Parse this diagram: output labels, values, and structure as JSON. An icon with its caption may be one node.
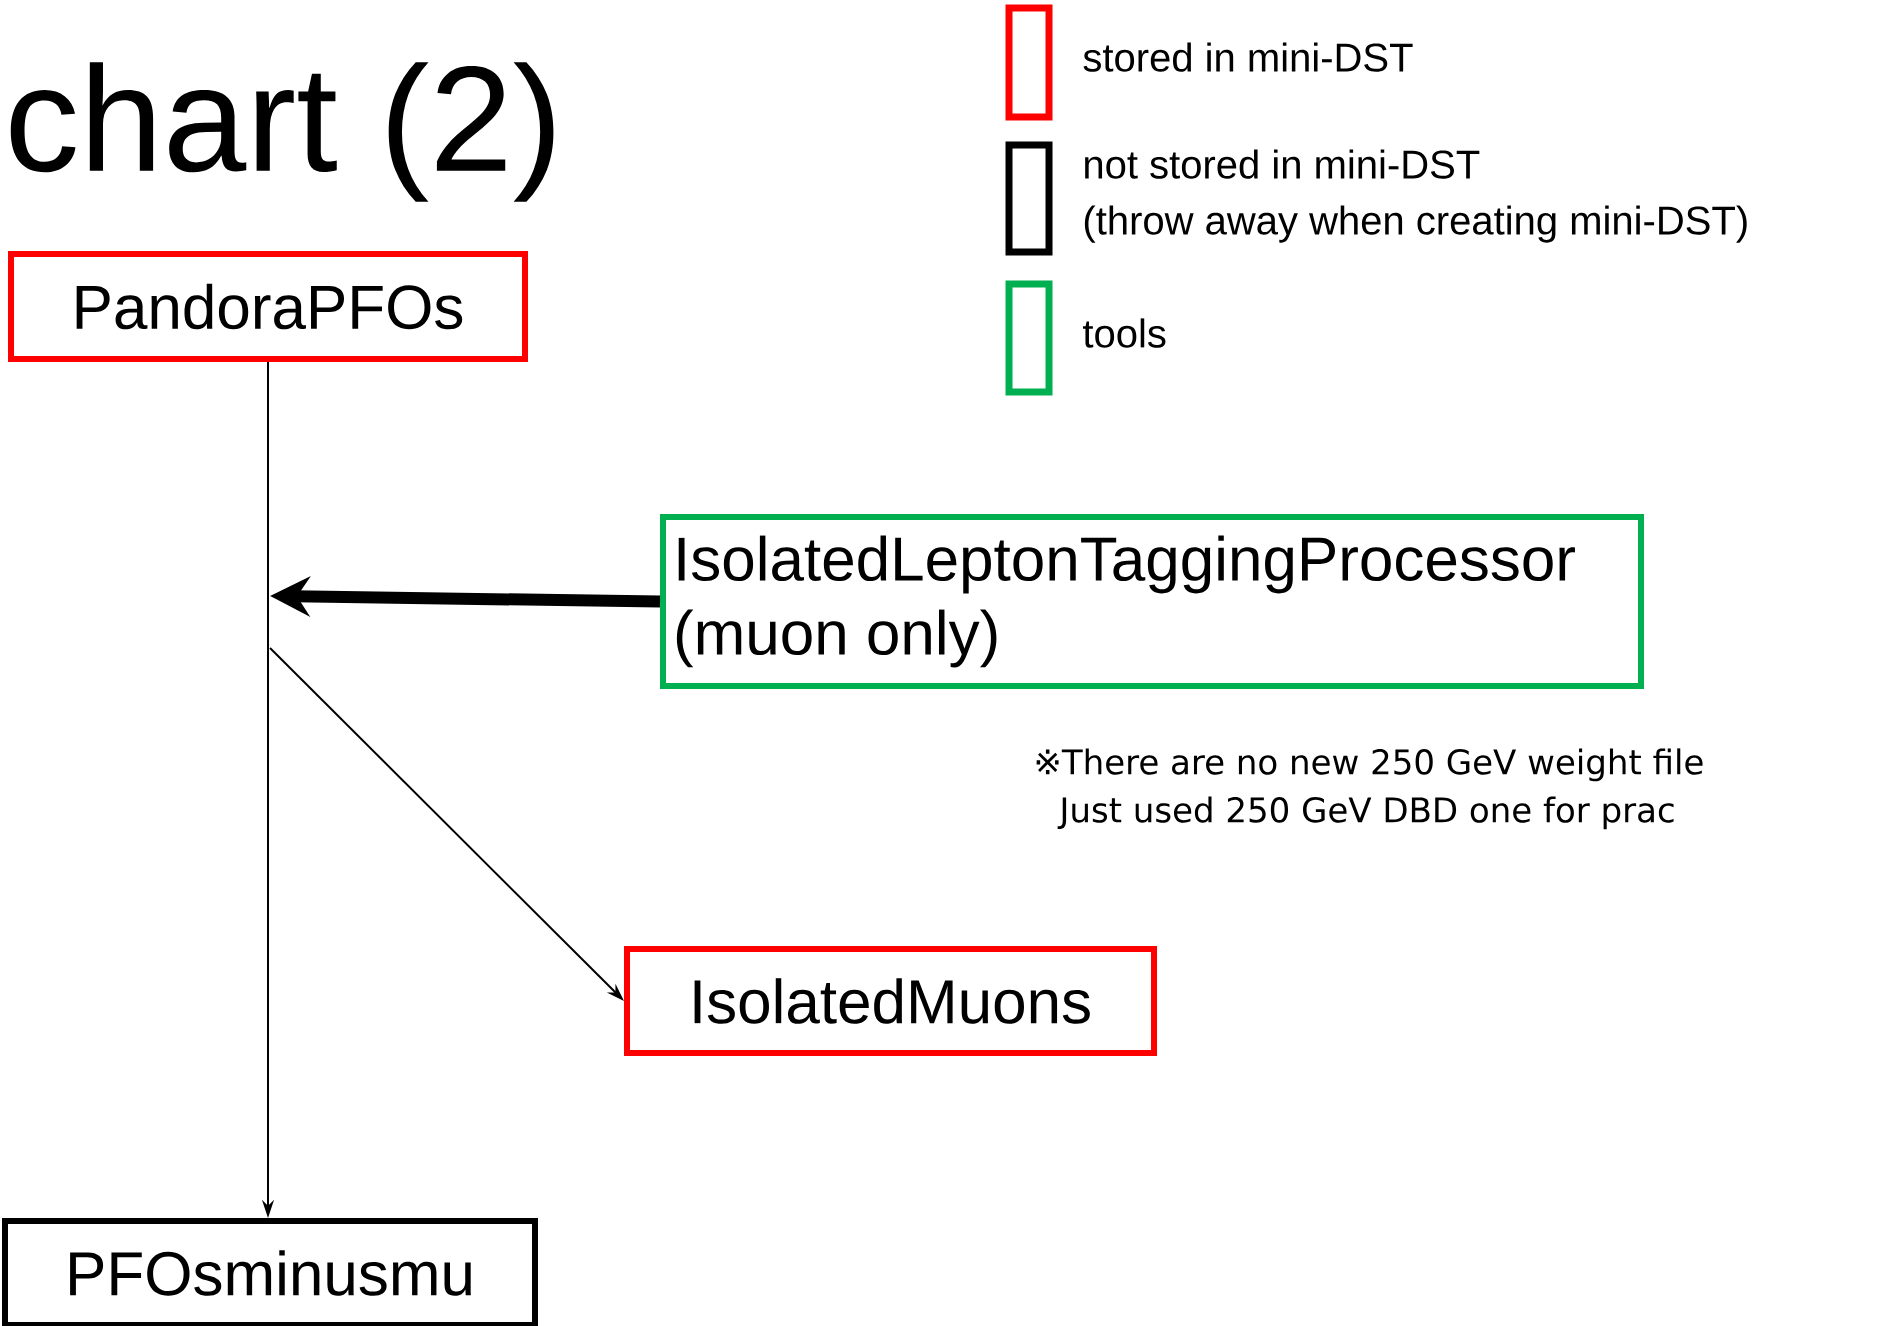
{
  "diagram": {
    "title": "chart (2)",
    "nodes": [
      {
        "text": [
          "PandoraPFOs"
        ]
      },
      {
        "text": [
          "IsolatedLeptonTaggingProcessor (muon only)"
        ]
      },
      {
        "text": [
          "IsolatedMuons"
        ]
      },
      {
        "text": [
          "PFOsminusmu"
        ]
      }
    ],
    "edges": [
      {
        "from": 0,
        "to": 3,
        "arrow": "to"
      },
      {
        "from": 1,
        "to": null,
        "arrow": "to",
        "style": "thick"
      },
      {
        "from": null,
        "to": 2,
        "arrow": "to"
      }
    ],
    "labels": [
      "※There are no new 250 GeV weight file Just used 250 GeV DBD one for prac"
    ],
    "legend": [
      {
        "text": "stored in mini-DST",
        "color": "#ff0000"
      },
      {
        "text": "not stored in mini-DST (throw away when creating mini-DST)",
        "color": "#000000"
      },
      {
        "text": "tools",
        "color": "#00b050"
      }
    ]
  }
}
